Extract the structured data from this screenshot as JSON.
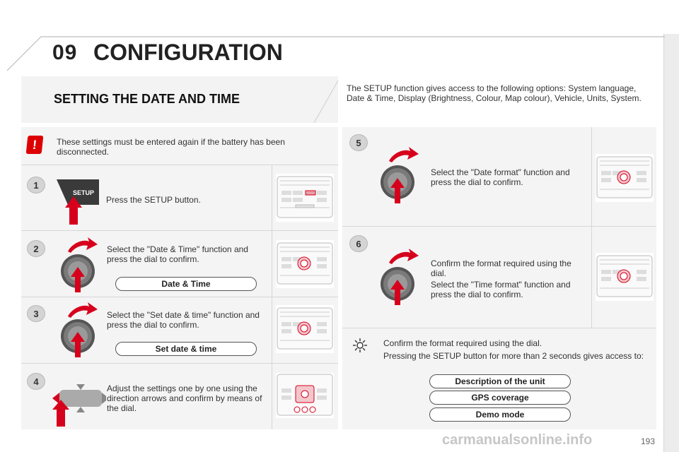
{
  "header": {
    "chapter_number": "09",
    "chapter_title": "CONFIGURATION"
  },
  "section": {
    "title": "SETTING THE DATE AND TIME"
  },
  "intro": "The SETUP function gives access to the following options: System language, Date & Time, Display (Brightness, Colour, Map colour), Vehicle, Units, System.",
  "warning": {
    "symbol": "!",
    "text": "These settings must be entered again if the battery has been disconnected."
  },
  "steps": [
    {
      "number": "1",
      "texts": [
        "Press the SETUP button."
      ],
      "button_label": "SETUP"
    },
    {
      "number": "2",
      "texts": [
        "Select the \"Date & Time\" function and press the dial to confirm."
      ],
      "pill": "Date & Time"
    },
    {
      "number": "3",
      "texts": [
        "Select the \"Set date & time\" function and press the dial to confirm."
      ],
      "pill": "Set date & time"
    },
    {
      "number": "4",
      "texts": [
        "Adjust the settings one by one using the direction arrows and confirm by means of the dial."
      ]
    },
    {
      "number": "5",
      "texts": [
        "Select the \"Date format\" function and press the dial to confirm."
      ]
    },
    {
      "number": "6",
      "texts": [
        "Confirm the format required using the dial.",
        "Select the \"Time format\" function and press the dial to confirm."
      ]
    }
  ],
  "tip": {
    "texts": [
      "Confirm the format required using the dial.",
      "Pressing the SETUP button for more than 2 seconds gives access to:"
    ],
    "options": [
      "Description of the unit",
      "GPS coverage",
      "Demo mode"
    ]
  },
  "footer": {
    "page_number": "193",
    "watermark": "carmanualsonline.info"
  },
  "colors": {
    "accent_red": "#d6001c",
    "panel_bg": "#f4f4f4"
  }
}
